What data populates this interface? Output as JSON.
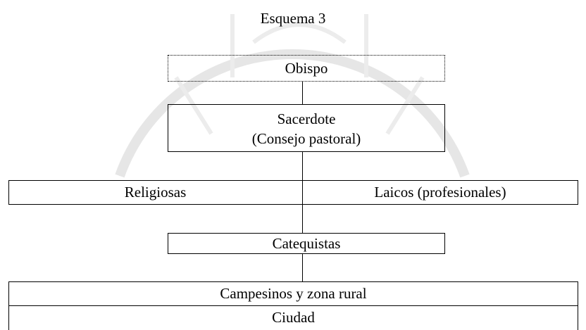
{
  "title": "Esquema 3",
  "nodes": {
    "obispo": "Obispo",
    "sacerdote": "Sacerdote",
    "consejo": "(Consejo pastoral)",
    "religiosas": "Religiosas",
    "laicos": "Laicos (profesionales)",
    "catequistas": "Catequistas",
    "campesinos": "Campesinos y zona rural",
    "ciudad": "Ciudad"
  },
  "watermark": {
    "color": "#e3e3e3"
  }
}
